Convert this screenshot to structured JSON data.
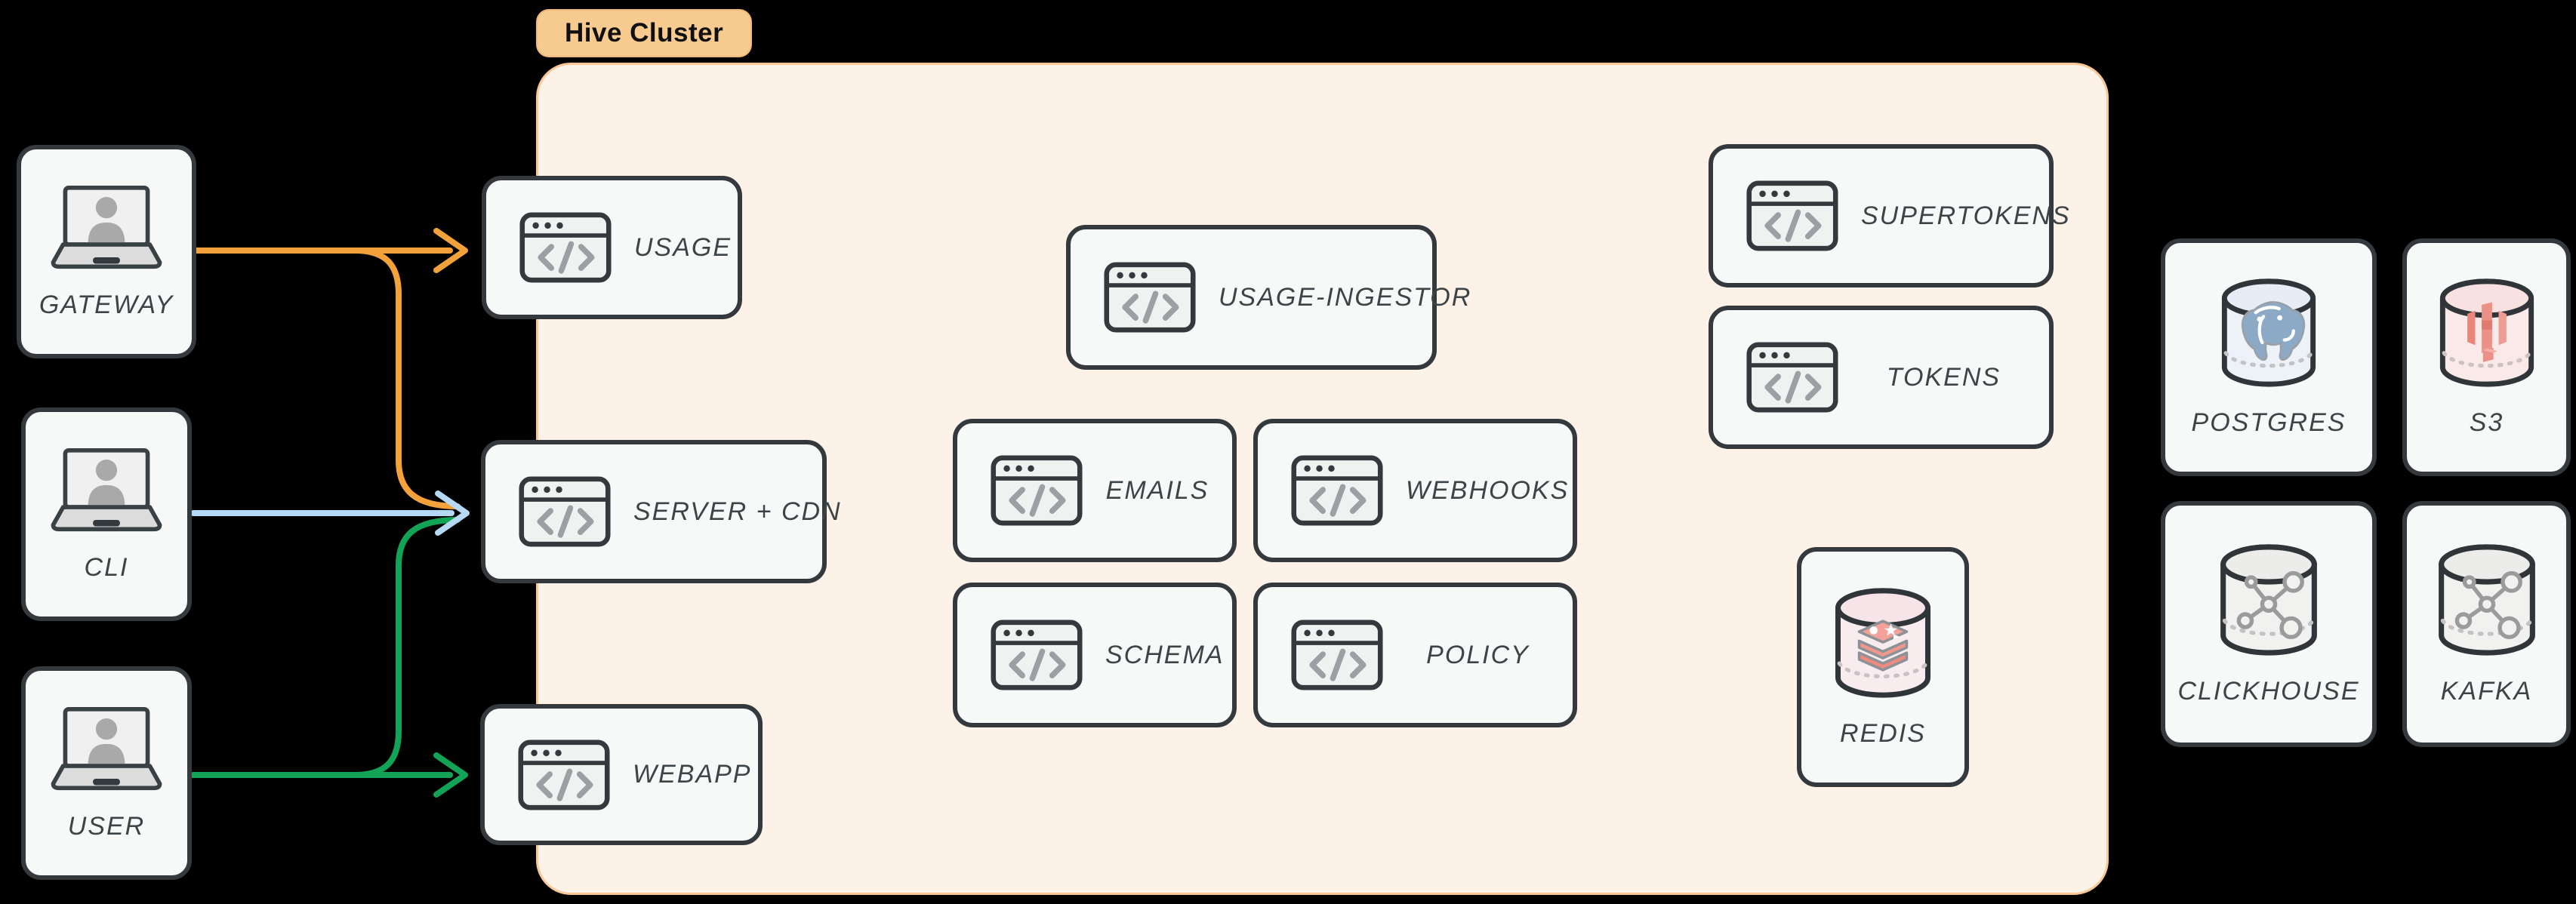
{
  "cluster": {
    "label": "Hive Cluster"
  },
  "nodes": {
    "gateway": {
      "label": "GATEWAY",
      "icon": "laptop-user-icon"
    },
    "cli": {
      "label": "CLI",
      "icon": "laptop-user-icon"
    },
    "user": {
      "label": "USER",
      "icon": "laptop-user-icon"
    },
    "usage": {
      "label": "USAGE",
      "icon": "code-window-icon"
    },
    "server_cdn": {
      "label": "SERVER + CDN",
      "icon": "code-window-icon"
    },
    "webapp": {
      "label": "WEBAPP",
      "icon": "code-window-icon"
    },
    "usage_ingestor": {
      "label": "USAGE-INGESTOR",
      "icon": "code-window-icon"
    },
    "emails": {
      "label": "EMAILS",
      "icon": "code-window-icon"
    },
    "webhooks": {
      "label": "WEBHOOKS",
      "icon": "code-window-icon"
    },
    "schema": {
      "label": "SCHEMA",
      "icon": "code-window-icon"
    },
    "policy": {
      "label": "POLICY",
      "icon": "code-window-icon"
    },
    "supertokens": {
      "label": "SUPERTOKENS",
      "icon": "code-window-icon"
    },
    "tokens": {
      "label": "TOKENS",
      "icon": "code-window-icon"
    },
    "redis": {
      "label": "REDIS",
      "icon": "redis-cylinder-icon"
    },
    "postgres": {
      "label": "POSTGRES",
      "icon": "postgres-cylinder-icon"
    },
    "s3": {
      "label": "S3",
      "icon": "s3-cylinder-icon"
    },
    "clickhouse": {
      "label": "CLICKHOUSE",
      "icon": "graph-cylinder-icon"
    },
    "kafka": {
      "label": "KAFKA",
      "icon": "graph-cylinder-icon"
    }
  },
  "edges": [
    {
      "from": "GATEWAY",
      "to": "USAGE",
      "color": "orange"
    },
    {
      "from": "GATEWAY",
      "to": "SERVER + CDN",
      "color": "orange"
    },
    {
      "from": "CLI",
      "to": "SERVER + CDN",
      "color": "blue"
    },
    {
      "from": "USER",
      "to": "SERVER + CDN",
      "color": "green"
    },
    {
      "from": "USER",
      "to": "WEBAPP",
      "color": "green"
    }
  ],
  "colors": {
    "edge_orange": "#f2a13b",
    "edge_blue": "#b5d8f5",
    "edge_green": "#12a356",
    "cluster_fill": "#fcf2e8",
    "cluster_border": "#f8c795",
    "badge_fill": "#f7ca90",
    "node_fill": "#f7f9f9",
    "node_border": "#33393d",
    "label_color": "#3d4447"
  }
}
